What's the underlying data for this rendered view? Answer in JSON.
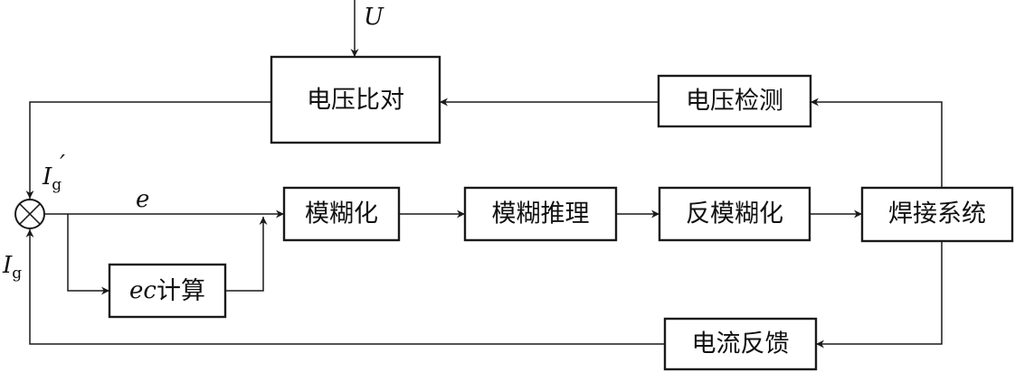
{
  "blocks": {
    "voltage_compare": "电压比对",
    "voltage_detect": "电压检测",
    "fuzzify": "模糊化",
    "fuzzy_inference": "模糊推理",
    "defuzzify": "反模糊化",
    "welding_system": "焊接系统",
    "current_feedback": "电流反馈",
    "ec_calc": {
      "var": "ec",
      "text": "计算"
    }
  },
  "signals": {
    "u_input": "U",
    "error": "e",
    "ig_prime": {
      "base": "I",
      "sub": "g",
      "prime": "′"
    },
    "ig": {
      "base": "I",
      "sub": "g"
    }
  },
  "colors": {
    "line": "#1a1a1a",
    "text": "#111111",
    "background": "#ffffff"
  }
}
